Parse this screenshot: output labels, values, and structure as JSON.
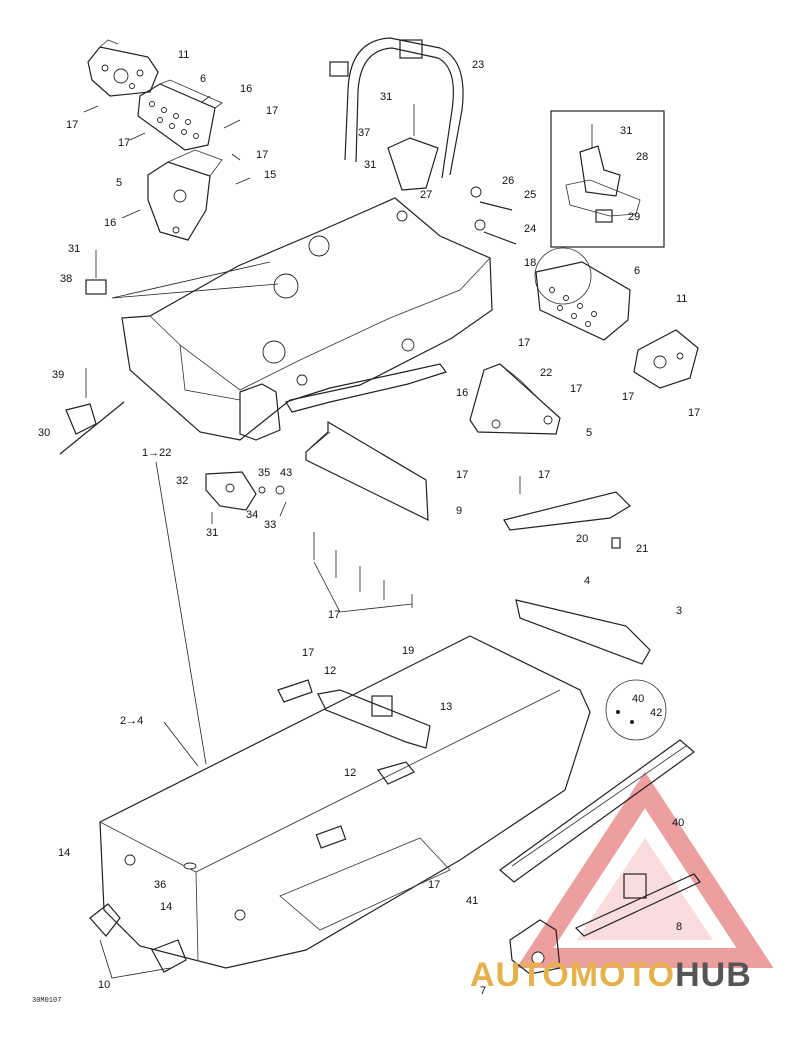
{
  "diagram": {
    "reference_code": "30M0107",
    "watermark": {
      "part1": "AUTO",
      "part2": "MOTO",
      "part3": "HUB",
      "color_primary": "#e8b04a",
      "color_secondary": "#555555",
      "triangle_color": "#e05050"
    },
    "callouts": [
      {
        "id": "c11a",
        "text": "11"
      },
      {
        "id": "c6a",
        "text": "6"
      },
      {
        "id": "c16a",
        "text": "16"
      },
      {
        "id": "c17a",
        "text": "17"
      },
      {
        "id": "c17b",
        "text": "17"
      },
      {
        "id": "c17c",
        "text": "17"
      },
      {
        "id": "c17d",
        "text": "17"
      },
      {
        "id": "c5a",
        "text": "5"
      },
      {
        "id": "c15a",
        "text": "15"
      },
      {
        "id": "c16b",
        "text": "16"
      },
      {
        "id": "c31a",
        "text": "31"
      },
      {
        "id": "c38",
        "text": "38"
      },
      {
        "id": "c23",
        "text": "23"
      },
      {
        "id": "c31b",
        "text": "31"
      },
      {
        "id": "c37",
        "text": "37"
      },
      {
        "id": "c31c",
        "text": "31"
      },
      {
        "id": "c27",
        "text": "27"
      },
      {
        "id": "c26",
        "text": "26"
      },
      {
        "id": "c25",
        "text": "25"
      },
      {
        "id": "c24",
        "text": "24"
      },
      {
        "id": "c31d",
        "text": "31"
      },
      {
        "id": "c28",
        "text": "28"
      },
      {
        "id": "c29",
        "text": "29"
      },
      {
        "id": "c18",
        "text": "18"
      },
      {
        "id": "c6b",
        "text": "6"
      },
      {
        "id": "c11b",
        "text": "11"
      },
      {
        "id": "c17e",
        "text": "17"
      },
      {
        "id": "c22a",
        "text": "22"
      },
      {
        "id": "c17f",
        "text": "17"
      },
      {
        "id": "c16c",
        "text": "16"
      },
      {
        "id": "c17g",
        "text": "17"
      },
      {
        "id": "c17h",
        "text": "17"
      },
      {
        "id": "c5b",
        "text": "5"
      },
      {
        "id": "c39",
        "text": "39"
      },
      {
        "id": "c30",
        "text": "30"
      },
      {
        "id": "c1to22",
        "text": "1→22"
      },
      {
        "id": "c35",
        "text": "35"
      },
      {
        "id": "c43",
        "text": "43"
      },
      {
        "id": "c32",
        "text": "32"
      },
      {
        "id": "c34",
        "text": "34"
      },
      {
        "id": "c33",
        "text": "33"
      },
      {
        "id": "c31e",
        "text": "31"
      },
      {
        "id": "c17i",
        "text": "17"
      },
      {
        "id": "c9",
        "text": "9"
      },
      {
        "id": "c17j",
        "text": "17"
      },
      {
        "id": "c20",
        "text": "20"
      },
      {
        "id": "c21",
        "text": "21"
      },
      {
        "id": "c17k",
        "text": "17"
      },
      {
        "id": "c4",
        "text": "4"
      },
      {
        "id": "c3",
        "text": "3"
      },
      {
        "id": "c17l",
        "text": "17"
      },
      {
        "id": "c19",
        "text": "19"
      },
      {
        "id": "c12a",
        "text": "12"
      },
      {
        "id": "c13",
        "text": "13"
      },
      {
        "id": "c2to4",
        "text": "2→4"
      },
      {
        "id": "c40a",
        "text": "40"
      },
      {
        "id": "c42",
        "text": "42"
      },
      {
        "id": "c12b",
        "text": "12"
      },
      {
        "id": "c40b",
        "text": "40"
      },
      {
        "id": "c14a",
        "text": "14"
      },
      {
        "id": "c36",
        "text": "36"
      },
      {
        "id": "c14b",
        "text": "14"
      },
      {
        "id": "c17m",
        "text": "17"
      },
      {
        "id": "c41",
        "text": "41"
      },
      {
        "id": "c8",
        "text": "8"
      },
      {
        "id": "c10",
        "text": "10"
      },
      {
        "id": "c7",
        "text": "7"
      }
    ]
  }
}
